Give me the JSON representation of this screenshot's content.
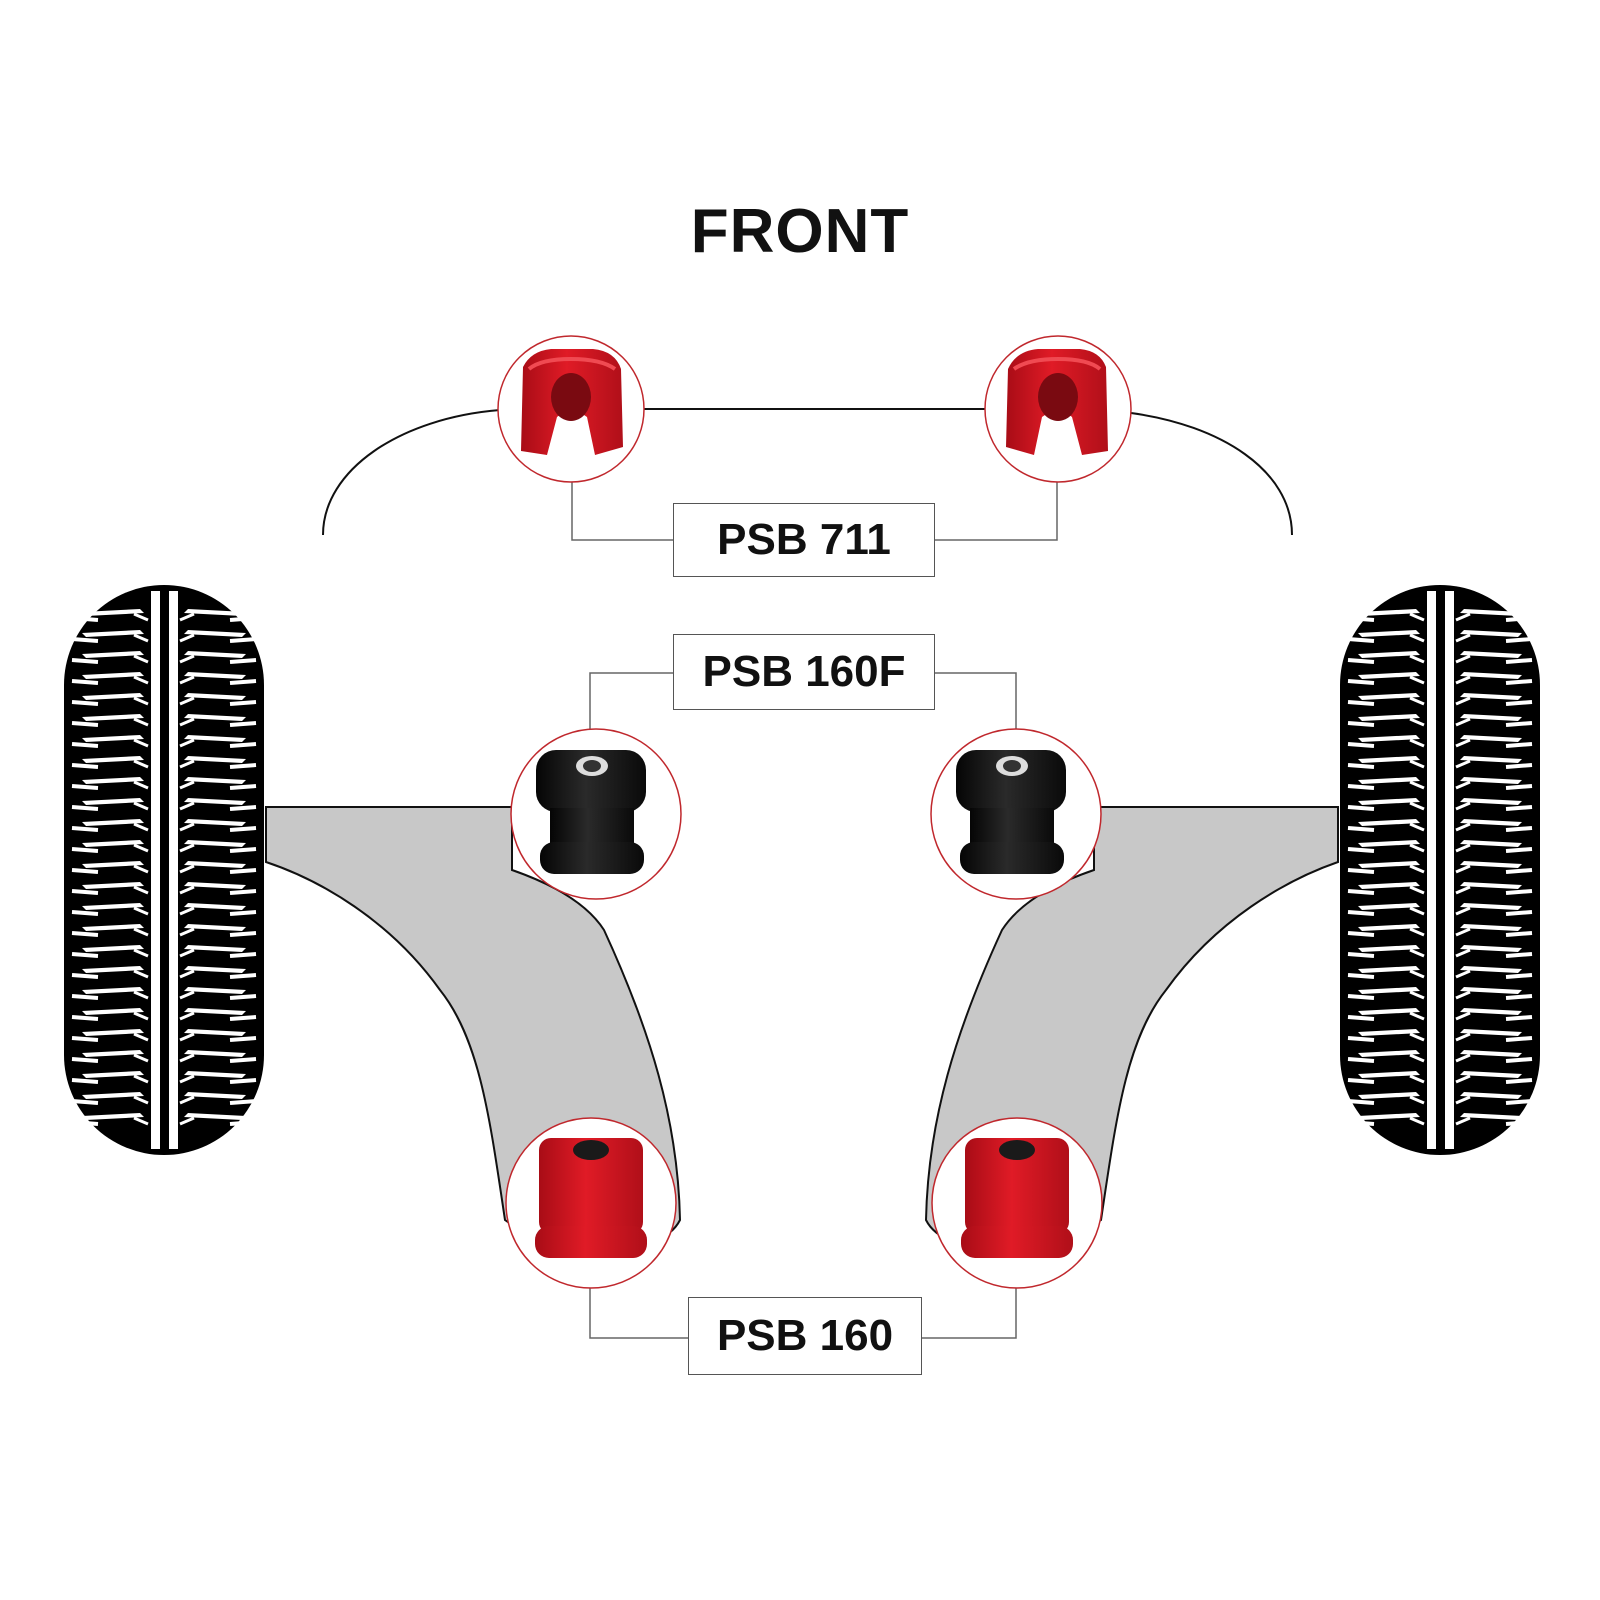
{
  "title": "FRONT",
  "parts": {
    "anti_roll_bar_bush": "PSB 711",
    "front_arm_bush": "PSB 160F",
    "rear_arm_bush": "PSB 160"
  },
  "colors": {
    "bush_red": "#d7141f",
    "bush_black": "#141414",
    "arm_grey": "#c8c8c8",
    "callout_ring": "#c0282d",
    "tyre_black": "#000000",
    "connector_line": "#666666"
  },
  "icons": [
    "tyre-icon",
    "control-arm-icon",
    "anti-roll-bar-icon",
    "bush-photo-icon"
  ]
}
